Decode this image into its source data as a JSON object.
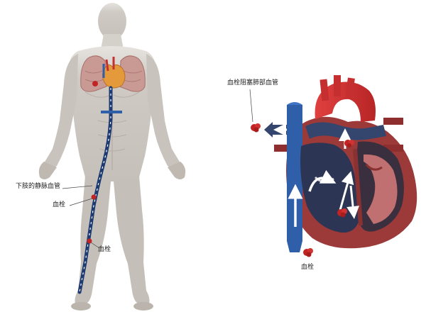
{
  "labels": {
    "leg_vein": "下肢的静脉血管",
    "clot_leg_upper": "血栓",
    "clot_leg_lower": "血栓",
    "clot_lung_vessel": "血栓阻塞肺部血管",
    "clot_heart": "血栓"
  },
  "colors": {
    "skin": "#c9c4bd",
    "skin_dark": "#a9a39b",
    "lung": "#c48a85",
    "heart_red": "#c62f2f",
    "heart_orange": "#e59a3c",
    "vein_blue": "#2f5fa8",
    "vein_dark": "#1d3a73",
    "chamber_dark": "#2c3553",
    "myocardium": "#9c3a3a",
    "clot": "#c22424",
    "arrow": "#ffffff"
  }
}
